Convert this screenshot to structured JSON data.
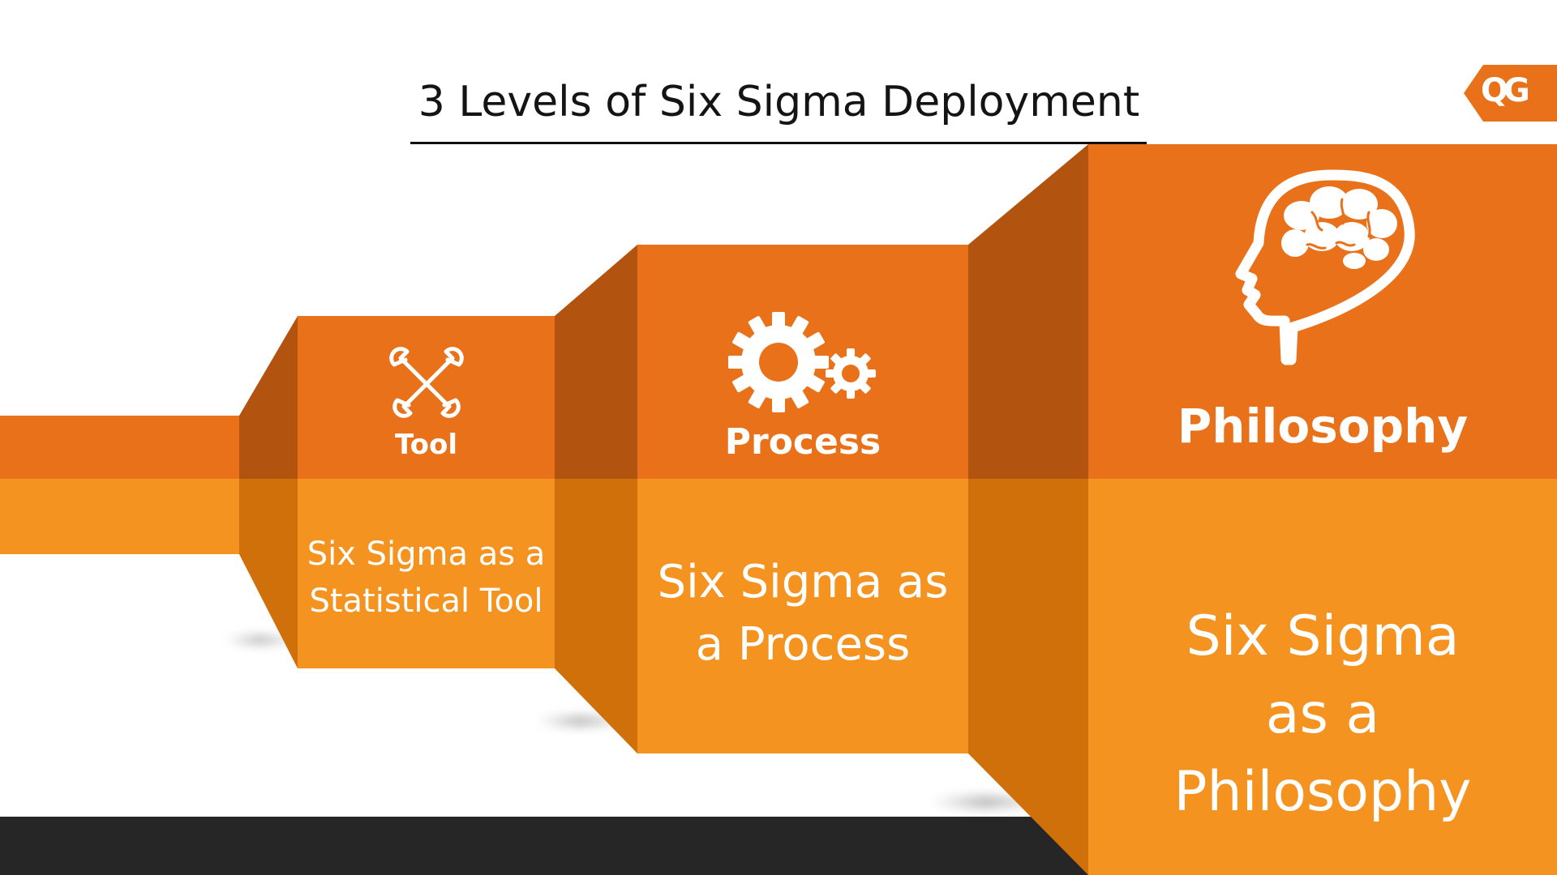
{
  "slide": {
    "title": "3 Levels of Six Sigma Deployment",
    "logo_text": "QG"
  },
  "levels": [
    {
      "title": "Tool",
      "description": "Six Sigma as a\nStatistical Tool",
      "icon": "crossed-wrenches-icon"
    },
    {
      "title": "Process",
      "description": "Six Sigma as\na Process",
      "icon": "gears-icon"
    },
    {
      "title": "Philosophy",
      "description": "Six Sigma\nas a\nPhilosophy",
      "icon": "brain-head-icon"
    }
  ],
  "colors": {
    "top_orange": "#E8711A",
    "bottom_orange": "#F59321",
    "dark_side_top": "#B2530F",
    "dark_side_bottom": "#CF700A",
    "footer_dark": "#262626",
    "logo_orange": "#E8711A",
    "text_white": "#FFFFFF"
  }
}
